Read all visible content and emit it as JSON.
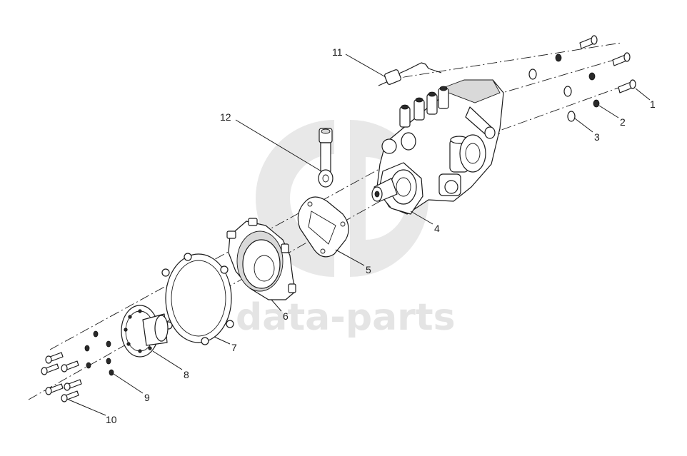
{
  "watermark": {
    "text": "data-parts",
    "color": "#e4e4e4"
  },
  "callouts": [
    {
      "id": "1",
      "label": "1"
    },
    {
      "id": "2",
      "label": "2"
    },
    {
      "id": "3",
      "label": "3"
    },
    {
      "id": "4",
      "label": "4"
    },
    {
      "id": "5",
      "label": "5"
    },
    {
      "id": "6",
      "label": "6"
    },
    {
      "id": "7",
      "label": "7"
    },
    {
      "id": "8",
      "label": "8"
    },
    {
      "id": "9",
      "label": "9"
    },
    {
      "id": "10",
      "label": "10"
    },
    {
      "id": "11",
      "label": "11"
    },
    {
      "id": "12",
      "label": "12"
    }
  ]
}
